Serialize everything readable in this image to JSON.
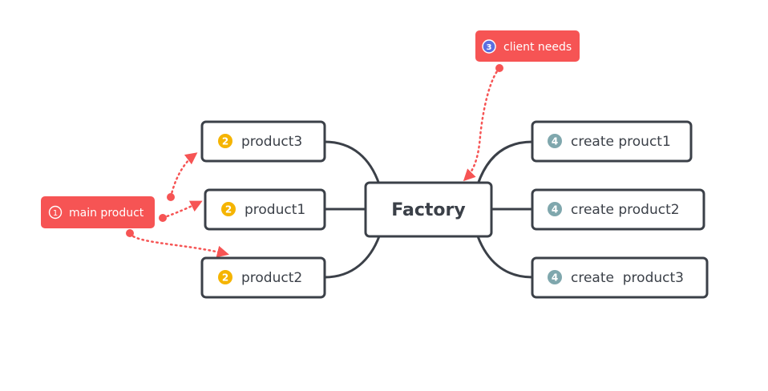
{
  "diagram": {
    "central": {
      "label": "Factory"
    },
    "callouts": {
      "main_product": {
        "badge": "1",
        "label": "main product"
      },
      "client_needs": {
        "badge": "3",
        "label": "client needs"
      }
    },
    "left_branches": [
      {
        "badge": "2",
        "label": "product3"
      },
      {
        "badge": "2",
        "label": "product1"
      },
      {
        "badge": "2",
        "label": "product2"
      }
    ],
    "right_branches": [
      {
        "badge": "4",
        "label": "create prouct1"
      },
      {
        "badge": "4",
        "label": "create product2"
      },
      {
        "badge": "4",
        "label": "create  product3"
      }
    ]
  },
  "colors": {
    "node_border": "#3b4048",
    "connector": "#3b4048",
    "callout_fill": "#f65454",
    "badge_left": "#f5b400",
    "badge_right": "#7fa7ad",
    "badge_client": "#5b6fe0"
  }
}
